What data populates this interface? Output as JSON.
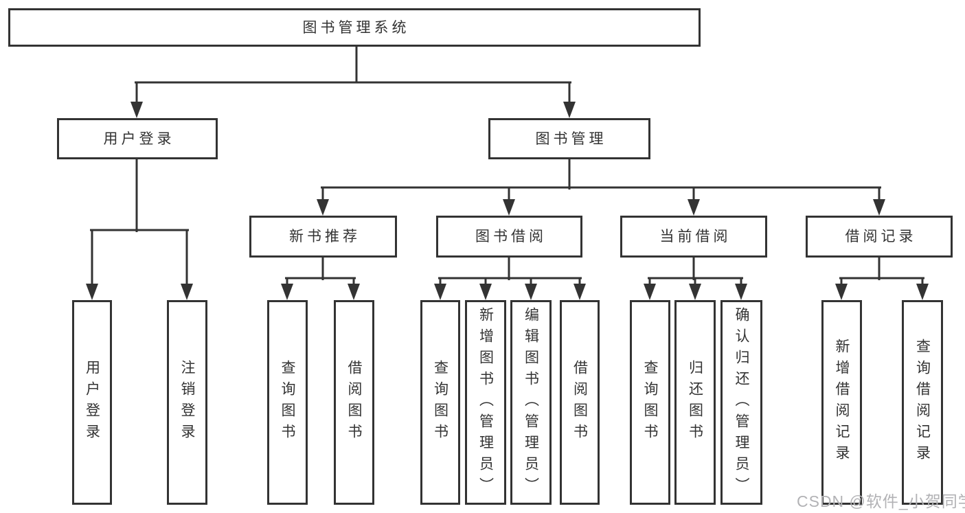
{
  "diagram": {
    "type": "hierarchy-tree",
    "line_color": "#333333",
    "text_color": "#333333",
    "background_color": "#ffffff",
    "tree": {
      "label": "图书管理系统",
      "children": [
        {
          "label": "用户登录",
          "children": [
            {
              "label": "用户登录"
            },
            {
              "label": "注销登录"
            }
          ]
        },
        {
          "label": "图书管理",
          "children": [
            {
              "label": "新书推荐",
              "children": [
                {
                  "label": "查询图书"
                },
                {
                  "label": "借阅图书"
                }
              ]
            },
            {
              "label": "图书借阅",
              "children": [
                {
                  "label": "查询图书"
                },
                {
                  "label": "新增图书（管理员）"
                },
                {
                  "label": "编辑图书（管理员）"
                },
                {
                  "label": "借阅图书"
                }
              ]
            },
            {
              "label": "当前借阅",
              "children": [
                {
                  "label": "查询图书"
                },
                {
                  "label": "归还图书"
                },
                {
                  "label": "确认归还（管理员）"
                }
              ]
            },
            {
              "label": "借阅记录",
              "children": [
                {
                  "label": "新增借阅记录"
                },
                {
                  "label": "查询借阅记录"
                }
              ]
            }
          ]
        }
      ]
    }
  },
  "watermark": {
    "text": "CSDN @软件_小贺同学",
    "color": "#b2b2b5"
  }
}
